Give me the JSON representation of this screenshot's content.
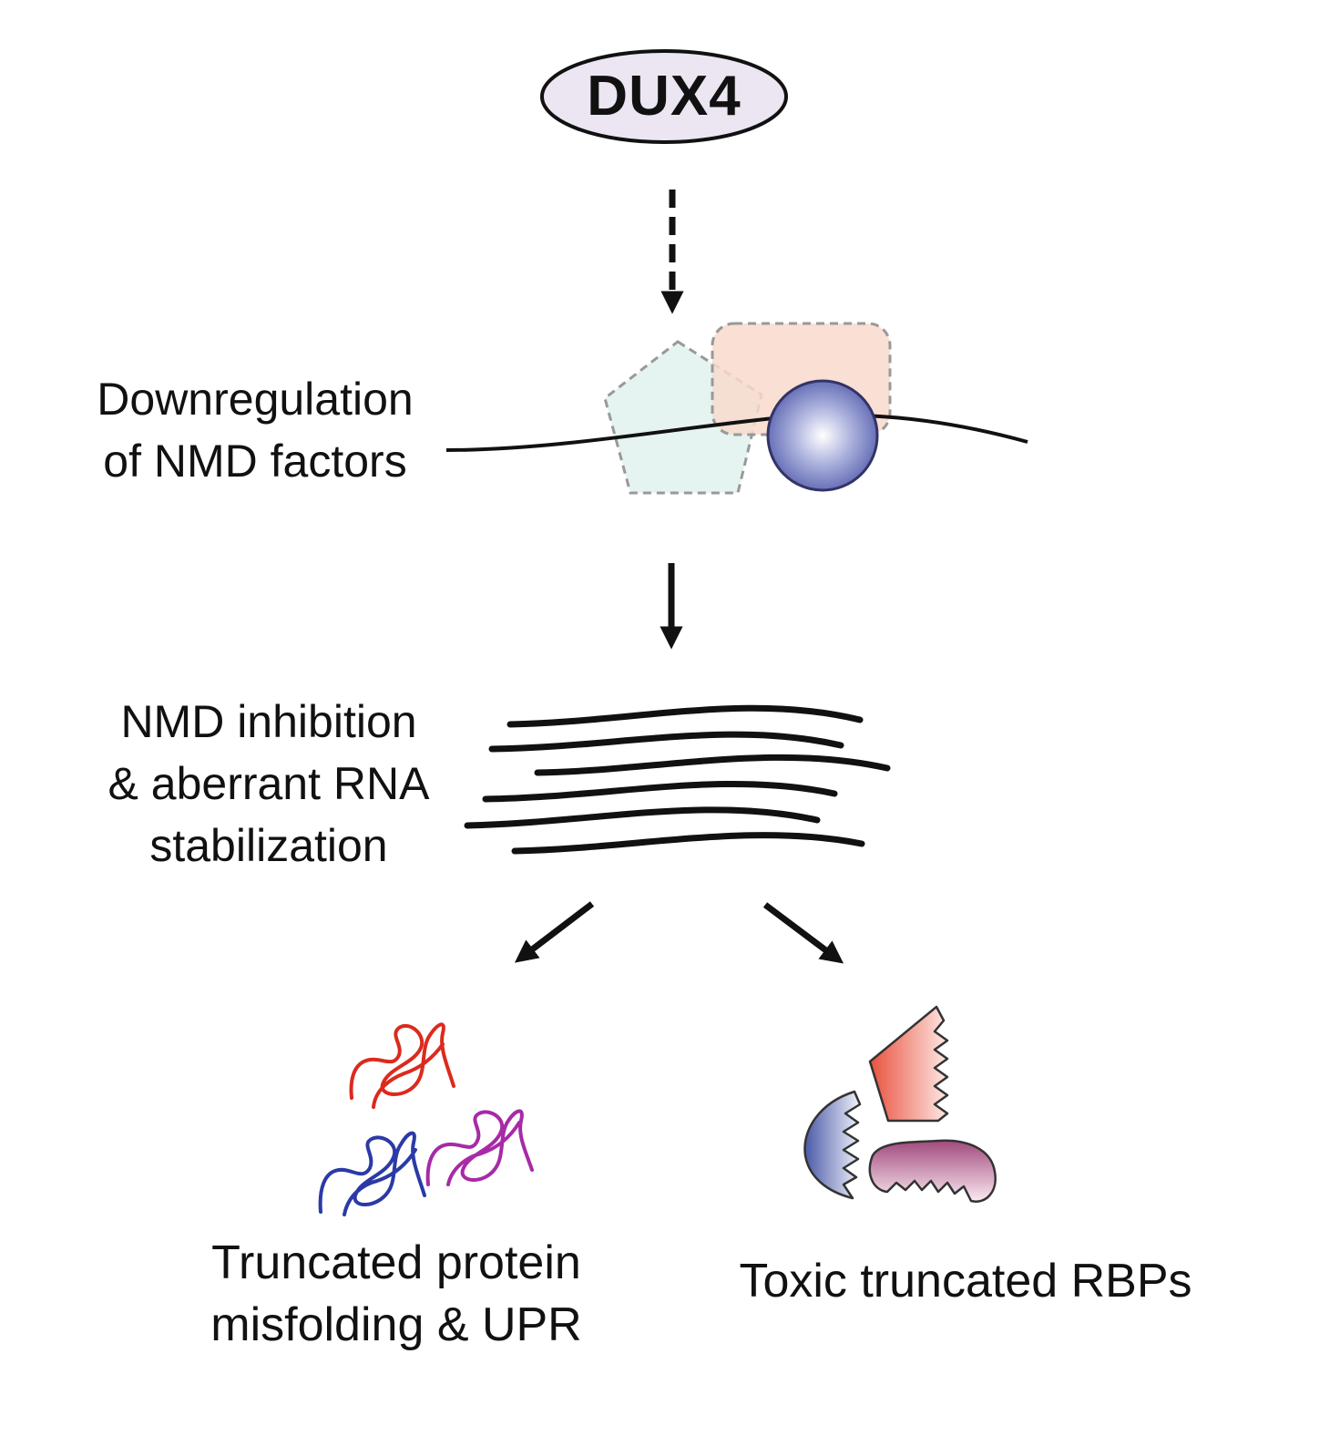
{
  "top_node": {
    "label": "DUX4"
  },
  "steps": [
    {
      "label_lines": [
        "Downregulation",
        "of NMD factors"
      ]
    },
    {
      "label_lines": [
        "NMD inhibition",
        "& aberrant RNA",
        "stabilization"
      ]
    }
  ],
  "outcomes": [
    {
      "label_lines": [
        "Truncated protein",
        "misfolding & UPR"
      ]
    },
    {
      "label_lines": [
        "Toxic truncated RBPs"
      ]
    }
  ],
  "colors": {
    "node_fill": "#ebe6f1",
    "line": "#111111",
    "pentagon_fill": "#e1f1ee",
    "rounded_rect_fill": "#f8d9cc",
    "sphere": "#4b55a8",
    "protein_red": "#dc2a1e",
    "protein_blue": "#2b3aa6",
    "protein_purple": "#a72aa6",
    "fragment_red": "#e9513e",
    "fragment_blue": "#4a5aa8",
    "fragment_purple": "#a14a7c"
  }
}
